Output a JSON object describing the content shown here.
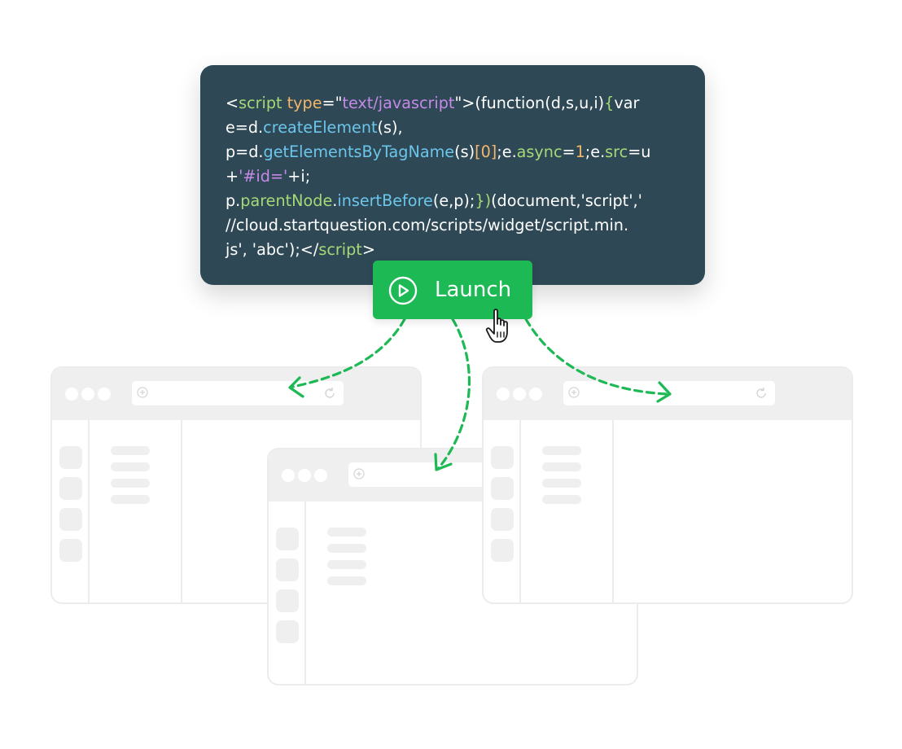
{
  "code_snippet": {
    "lines": [
      [
        {
          "t": "<"
        },
        {
          "t": "script",
          "c": "tag"
        },
        {
          "t": " "
        },
        {
          "t": "type",
          "c": "attr"
        },
        {
          "t": "=\""
        },
        {
          "t": "text/javascript",
          "c": "str"
        },
        {
          "t": "\">(function(d,s,u,i)"
        },
        {
          "t": "{",
          "c": "kw"
        },
        {
          "t": "var"
        }
      ],
      [
        {
          "t": "e=d."
        },
        {
          "t": "createElement",
          "c": "fn"
        },
        {
          "t": "(s),"
        }
      ],
      [
        {
          "t": "p=d."
        },
        {
          "t": "getElementsByTagName",
          "c": "fn"
        },
        {
          "t": "(s)"
        },
        {
          "t": "[",
          "c": "num"
        },
        {
          "t": "0",
          "c": "num"
        },
        {
          "t": "]",
          "c": "num"
        },
        {
          "t": ";e."
        },
        {
          "t": "async",
          "c": "kw"
        },
        {
          "t": "="
        },
        {
          "t": "1",
          "c": "num"
        },
        {
          "t": ";e."
        },
        {
          "t": "src",
          "c": "kw"
        },
        {
          "t": "=u"
        }
      ],
      [
        {
          "t": "+"
        },
        {
          "t": "'#id='",
          "c": "str"
        },
        {
          "t": "+i;"
        }
      ],
      [
        {
          "t": "p."
        },
        {
          "t": "parentNode",
          "c": "kw"
        },
        {
          "t": "."
        },
        {
          "t": "insertBefore",
          "c": "fn"
        },
        {
          "t": "(e,p);"
        },
        {
          "t": "})",
          "c": "kw"
        },
        {
          "t": "(document,'script','"
        }
      ],
      [
        {
          "t": "//cloud.startquestion.com/scripts/widget/script.min."
        }
      ],
      [
        {
          "t": "js', 'abc');</"
        },
        {
          "t": "script",
          "c": "tag"
        },
        {
          "t": ">"
        }
      ]
    ]
  },
  "launch_button": {
    "label": "Launch",
    "icon": "play-circle-icon",
    "color": "#1db954"
  },
  "cursor": {
    "icon": "hand-pointer-icon"
  },
  "windows": [
    {
      "id": "left",
      "icon_address_add": "plus-circle-icon",
      "icon_address_reload": "refresh-icon"
    },
    {
      "id": "center",
      "icon_address_add": "plus-circle-icon"
    },
    {
      "id": "right",
      "icon_address_add": "plus-circle-icon",
      "icon_address_reload": "refresh-icon"
    }
  ],
  "colors": {
    "code_background": "#2e4855",
    "code_text": "#ffffff",
    "syntax_tag": "#a5d977",
    "syntax_attr": "#f3b66a",
    "syntax_string": "#c58ae8",
    "syntax_function": "#6cc6ec",
    "arrow": "#1db954",
    "window_chrome": "#efefef"
  }
}
